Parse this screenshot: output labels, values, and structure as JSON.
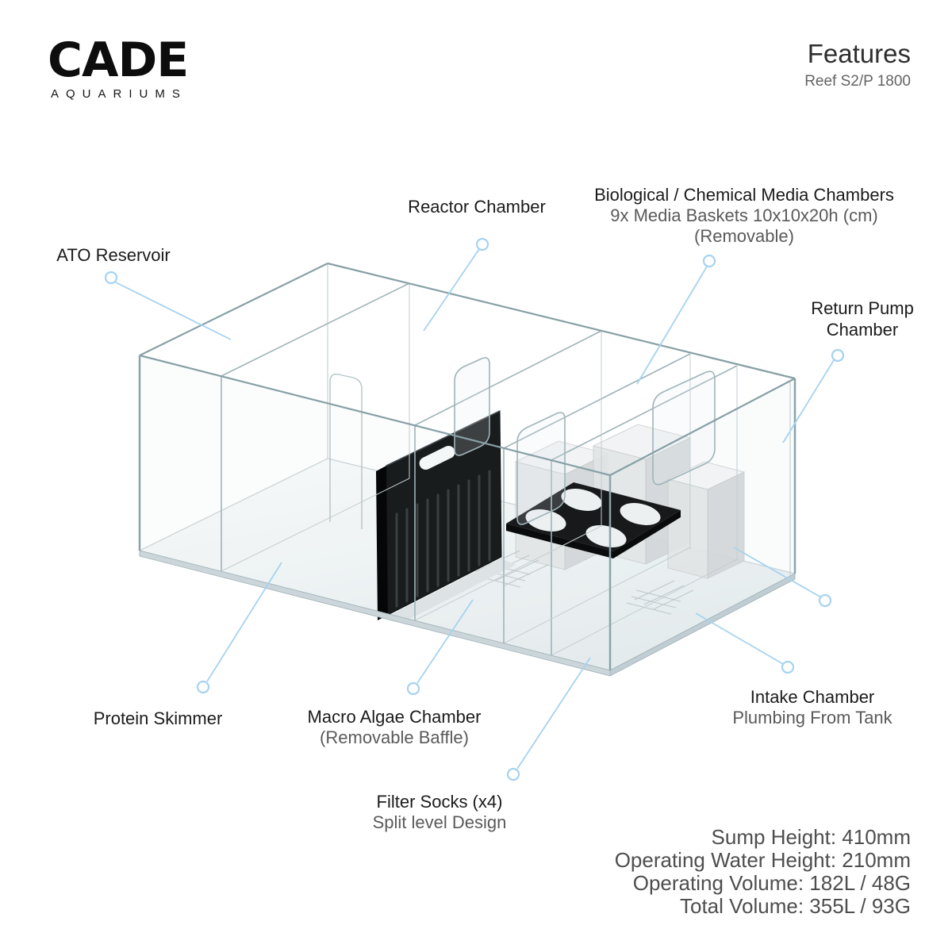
{
  "logo": {
    "brand": "CADE",
    "subtext": "AQUARIUMS"
  },
  "header": {
    "title": "Features",
    "subtitle": "Reef S2/P 1800"
  },
  "callouts": {
    "ato": {
      "title": "ATO Reservoir"
    },
    "reactor": {
      "title": "Reactor Chamber"
    },
    "biochem": {
      "title": "Biological / Chemical Media Chambers",
      "sub1": "9x Media Baskets 10x10x20h (cm)",
      "sub2": "(Removable)"
    },
    "return_pump": {
      "title": "Return Pump Chamber"
    },
    "protein_skimmer": {
      "title": "Protein Skimmer"
    },
    "macro_algae": {
      "title": "Macro Algae Chamber",
      "sub": "(Removable Baffle)"
    },
    "filter_socks": {
      "title": "Filter Socks (x4)",
      "sub": "Split level Design"
    },
    "intake": {
      "title": "Intake Chamber",
      "sub": "Plumbing From Tank"
    }
  },
  "specs": {
    "lines": [
      "Sump Height: 410mm",
      "Operating Water Height: 210mm",
      "Operating Volume: 182L / 48G",
      "Total Volume: 355L / 93G"
    ]
  },
  "colors": {
    "leader_blue": "#a5d3f1",
    "glass_edge": "#87a0a6",
    "glass_edge_light": "#c2ced2",
    "panel_black": "#17191a",
    "floor_light": "#f6f9fa",
    "floor_dark": "#e8edef",
    "text_primary": "#1b1b1b",
    "text_secondary": "#5a5a5a"
  }
}
